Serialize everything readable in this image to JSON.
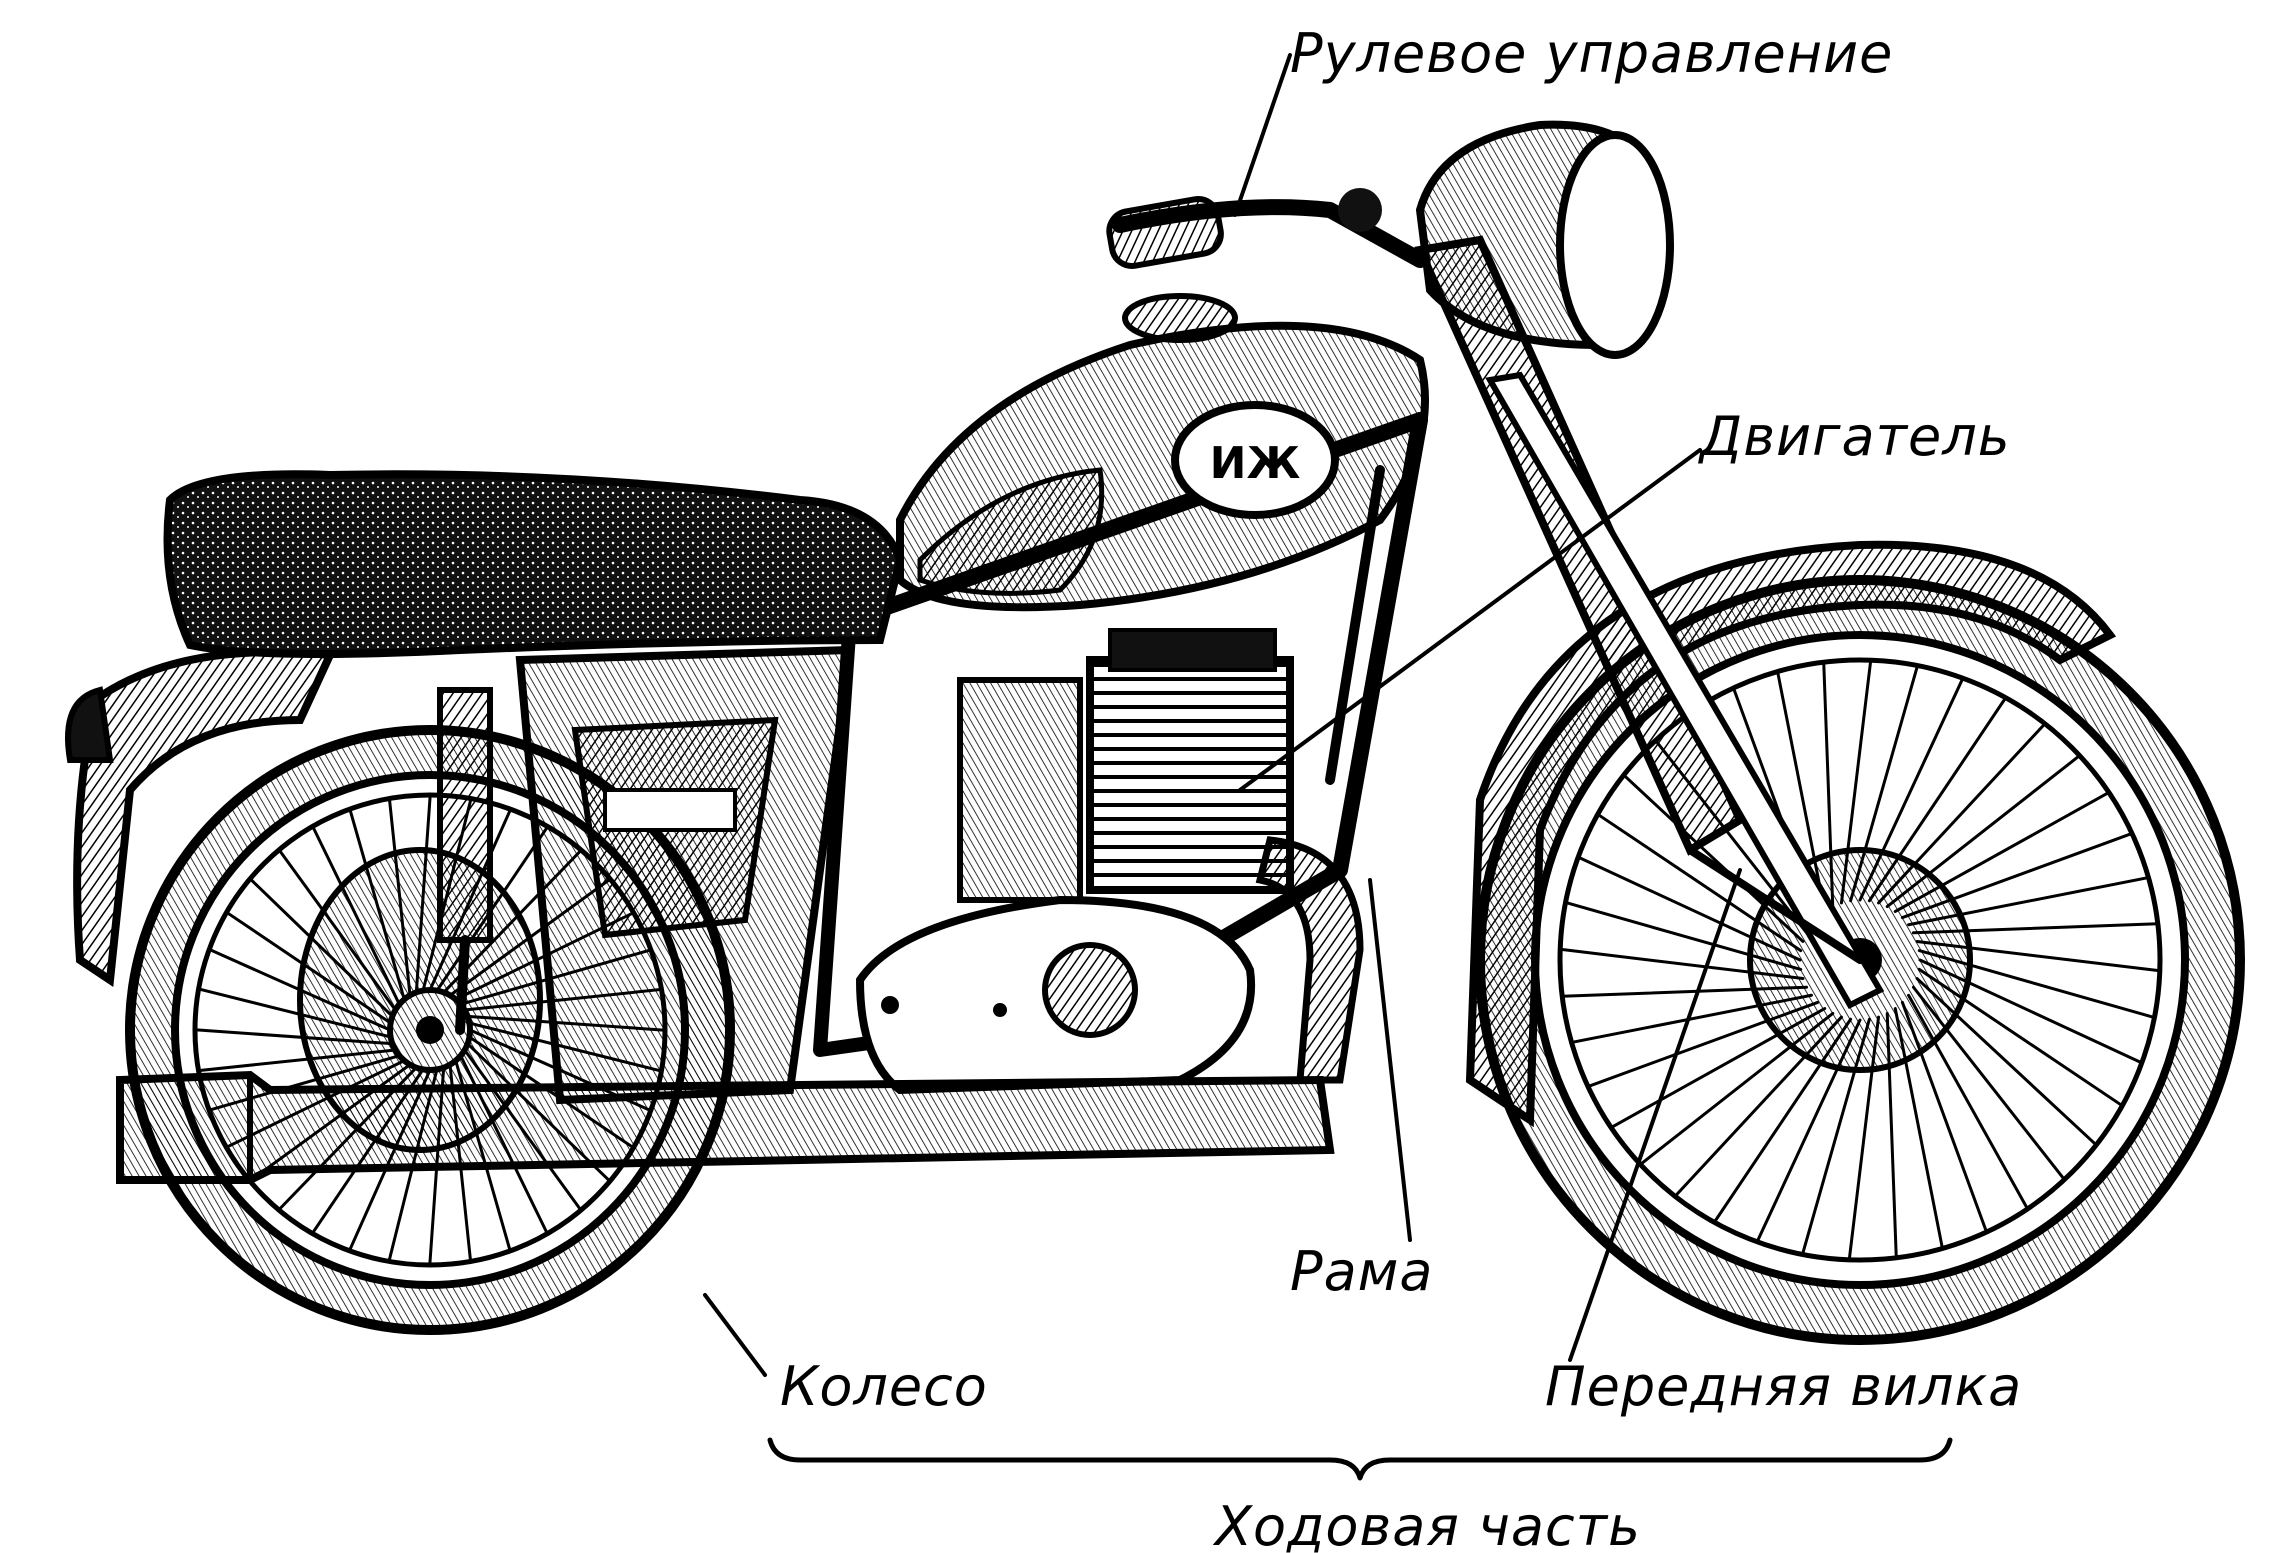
{
  "labels": {
    "steering": "Рулевое управление",
    "engine": "Двигатель",
    "frame": "Рама",
    "wheel": "Колесо",
    "front_fork": "Передняя вилка",
    "chassis": "Ходовая часть"
  },
  "emblem": "ИЖ",
  "colors": {
    "ink": "#000000",
    "paper": "#ffffff"
  }
}
